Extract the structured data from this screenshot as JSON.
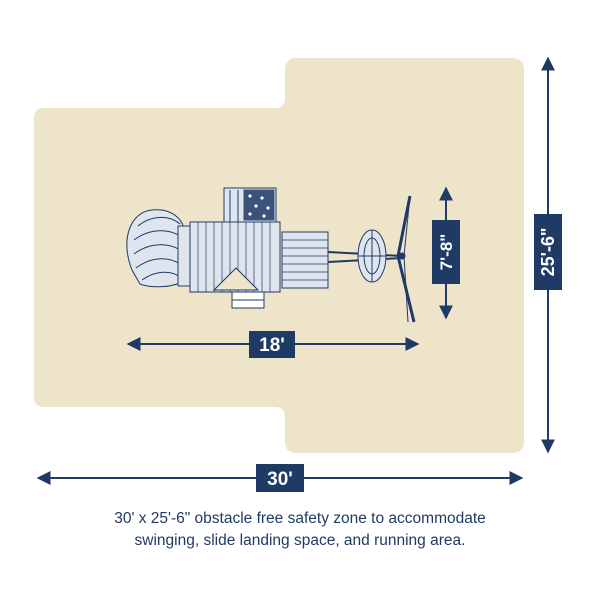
{
  "dimensions": {
    "width": "30'",
    "depth": "25'-6\"",
    "playset_length": "18'",
    "playset_width": "7'-8\""
  },
  "caption": {
    "line1": "30' x 25'-6\" obstacle free safety zone to accommodate",
    "line2": "swinging, slide landing space, and running area."
  },
  "colors": {
    "safety_zone": "#eee4c9",
    "navy": "#1f3a64",
    "label_text": "#ffffff",
    "structure_fill": "#dfe5ee"
  }
}
